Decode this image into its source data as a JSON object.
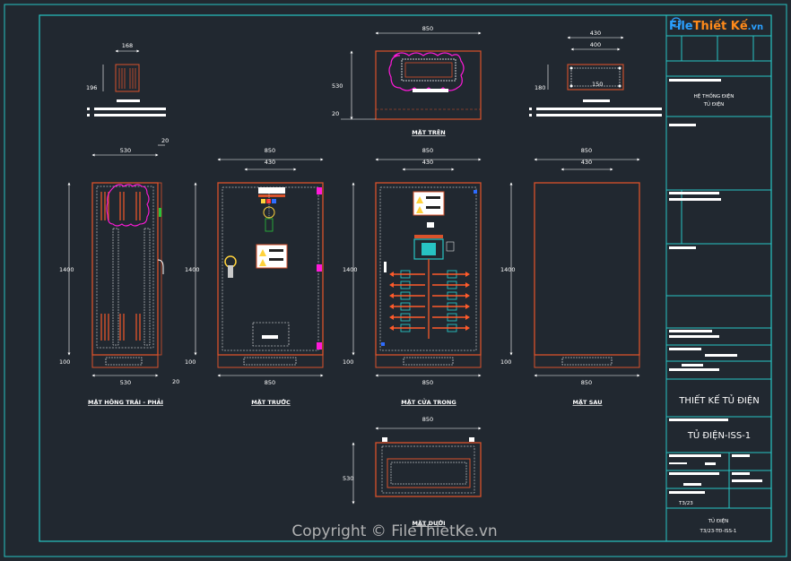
{
  "logo": {
    "text_a": "File",
    "text_b": "Thiết Kế",
    "text_c": ".vn"
  },
  "watermark": "Copyright © FileThietKe.vn",
  "views": {
    "top": {
      "title": "MẶT TRÊN",
      "w": "850",
      "h": "530",
      "h2": "20"
    },
    "top_right": {
      "w1": "430",
      "w2": "400",
      "h": "180",
      "inner": "150"
    },
    "top_left": {
      "w": "168",
      "h": "196"
    },
    "side": {
      "title": "MẶT HÔNG TRÁI - PHẢI",
      "w_top": "530",
      "w_top2": "20",
      "h": "1400",
      "base": "100",
      "w_bot": "530",
      "w_bot2": "20"
    },
    "front": {
      "title": "MẶT TRƯỚC",
      "w": "850",
      "w_in": "430",
      "h": "1400",
      "base": "100",
      "w_bot": "850"
    },
    "inner": {
      "title": "MẶT CỬA TRONG",
      "w": "850",
      "w_in": "430",
      "h": "1400",
      "base": "100",
      "w_bot": "850"
    },
    "back": {
      "title": "MẶT SAU",
      "w": "850",
      "w_in": "430",
      "h": "1400",
      "base": "100",
      "w_bot": "850"
    },
    "bottom": {
      "title": "MẶT DƯỚI",
      "w": "850",
      "h": "530"
    }
  },
  "title_block": {
    "system_line1": "HỆ THỐNG ĐIỆN",
    "system_line2": "TỦ ĐIỆN",
    "design_title": "THIẾT KẾ TỦ ĐIỆN",
    "panel_name": "TỦ ĐIỆN-ISS-1",
    "drawing_name": "TỦ ĐIỆN",
    "drawing_code": "T3/23-TĐ-ISS-1",
    "sheet_no": "T3/23"
  },
  "colors": {
    "frame": "#27c4c4",
    "cabinet": "#d9522b",
    "dim": "#ffffff",
    "background": "#212830",
    "magenta": "#ff1ad9",
    "component": "#27c4c4"
  }
}
